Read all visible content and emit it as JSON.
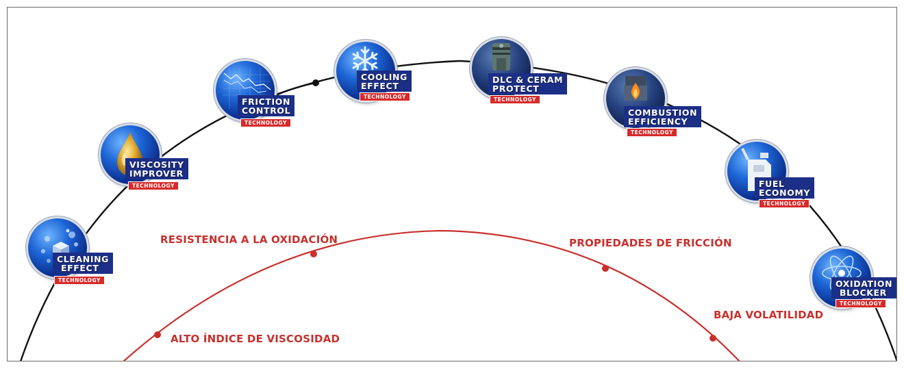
{
  "colors": {
    "outer_arc": "#111111",
    "inner_arc": "#c9302c",
    "label_bg": "#1c2f86",
    "tech_bg": "#d72a2a",
    "red_text": "#c9302c"
  },
  "technology_badge": "TECHNOLOGY",
  "badges": [
    {
      "id": "cleaning-effect",
      "line1": "CLEANING",
      "line2": "EFFECT",
      "icon": "cube-bubbles-icon"
    },
    {
      "id": "viscosity-improver",
      "line1": "VISCOSITY",
      "line2": "IMPROVER",
      "icon": "oil-drop-icon"
    },
    {
      "id": "friction-control",
      "line1": "FRICTION",
      "line2": "CONTROL",
      "icon": "friction-graph-icon"
    },
    {
      "id": "cooling-effect",
      "line1": "COOLING",
      "line2": "EFFECT",
      "icon": "snowflake-icon"
    },
    {
      "id": "dlc-ceram-protect",
      "line1": "DLC & CERAM",
      "line2": "PROTECT",
      "icon": "piston-icon"
    },
    {
      "id": "combustion-efficiency",
      "line1": "COMBUSTION",
      "line2": "EFFICIENCY",
      "icon": "flame-piston-icon"
    },
    {
      "id": "fuel-economy",
      "line1": "FUEL",
      "line2": "ECONOMY",
      "icon": "fuel-can-icon"
    },
    {
      "id": "oxidation-blocker",
      "line1": "OXIDATION",
      "line2": "BLOCKER",
      "icon": "atom-icon"
    }
  ],
  "properties": [
    {
      "id": "resistencia",
      "text": "RESISTENCIA A LA OXIDACIÓN"
    },
    {
      "id": "propiedades",
      "text": "PROPIEDADES DE FRICCIÓN"
    },
    {
      "id": "alto-indice",
      "text": "ALTO ÍNDICE DE VISCOSIDAD"
    },
    {
      "id": "baja-volatilidad",
      "text": "BAJA VOLATILIDAD"
    }
  ]
}
